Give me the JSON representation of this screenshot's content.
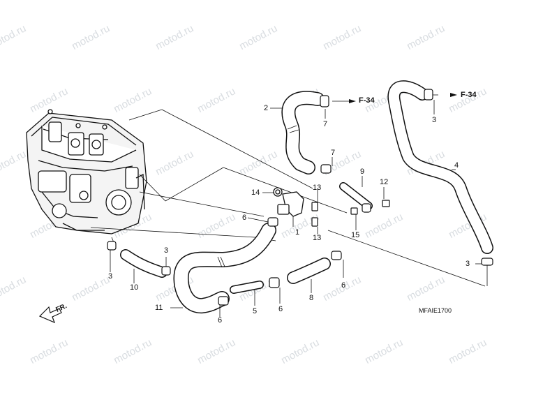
{
  "watermark": "motod.ru",
  "diagram_code": "MFAIE1700",
  "front_marker": "FR.",
  "ref_labels": [
    "F-34",
    "F-34"
  ],
  "part_labels": {
    "p1": "1",
    "p2": "2",
    "p3a": "3",
    "p3b": "3",
    "p3c": "3",
    "p3d": "3",
    "p4": "4",
    "p5": "5",
    "p6a": "6",
    "p6b": "6",
    "p6c": "6",
    "p6d": "6",
    "p7a": "7",
    "p7b": "7",
    "p8": "8",
    "p9": "9",
    "p10": "10",
    "p11": "11",
    "p12": "12",
    "p13a": "13",
    "p13b": "13",
    "p14": "14",
    "p15": "15"
  }
}
